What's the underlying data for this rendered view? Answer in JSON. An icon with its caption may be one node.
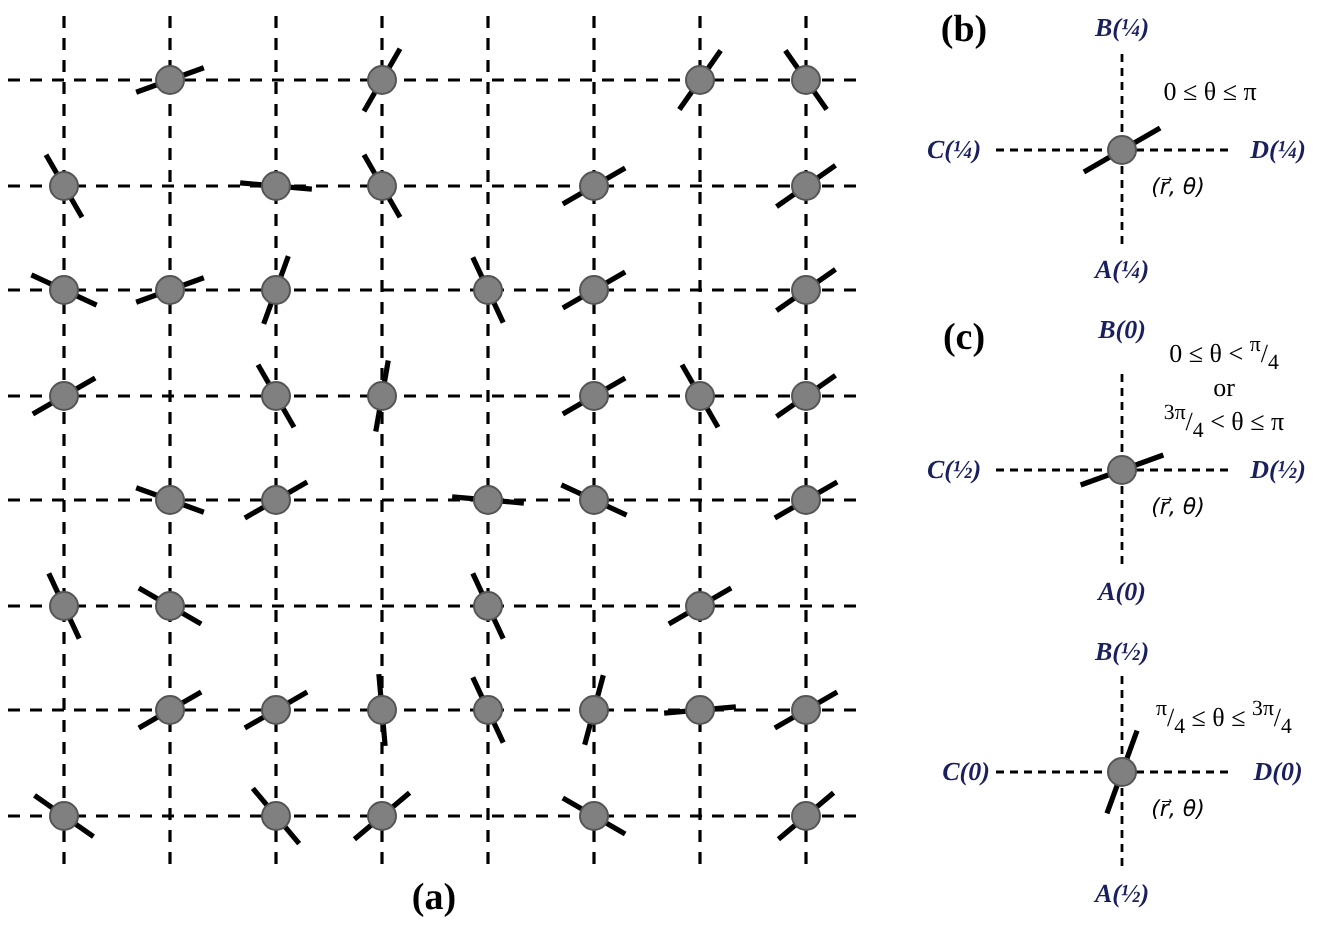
{
  "diagram": {
    "labels": [
      "(b)",
      "B(¼)",
      "0 ≤ θ ≤ π",
      "C(¼)",
      "D(¼)",
      "(r⃗, θ)",
      "A(¼)",
      "(c)",
      "B(0)",
      "0 ≤ θ < $^{π}$/$_{4}$",
      "or",
      "$^{3π}$/$_{4}$ < θ ≤ π",
      "C(½)",
      "D(½)",
      "(r⃗, θ)",
      "A(0)",
      "B(½)",
      "$^{π}$/$_{4}$ ≤ θ ≤ $^{3π}$/$_{4}$",
      "C(0)",
      "D(0)",
      "(r⃗, θ)",
      "A(½)",
      "(a)"
    ]
  }
}
